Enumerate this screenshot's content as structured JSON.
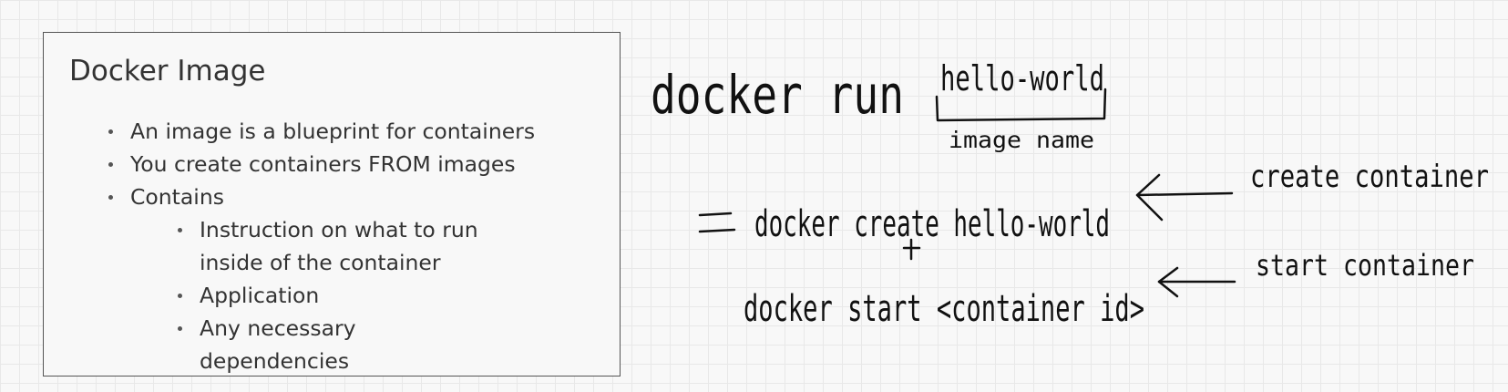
{
  "card": {
    "title": "Docker Image",
    "bullets": [
      "An image is a blueprint for containers",
      "You create containers FROM images",
      "Contains"
    ],
    "sub_bullets": [
      "Instruction on what to run inside of the container",
      "Application",
      "Any necessary dependencies"
    ]
  },
  "handwriting": {
    "command": "docker run",
    "image": "hello-world",
    "image_caption": "image name",
    "equals": "=",
    "create_cmd": "docker create hello-world",
    "plus": "+",
    "start_cmd": "docker start <container id>",
    "create_note": "create container",
    "start_note": "start container"
  },
  "colors": {
    "background": "#f8f8f8",
    "grid": "#e8e8e8",
    "ink": "#111111"
  }
}
